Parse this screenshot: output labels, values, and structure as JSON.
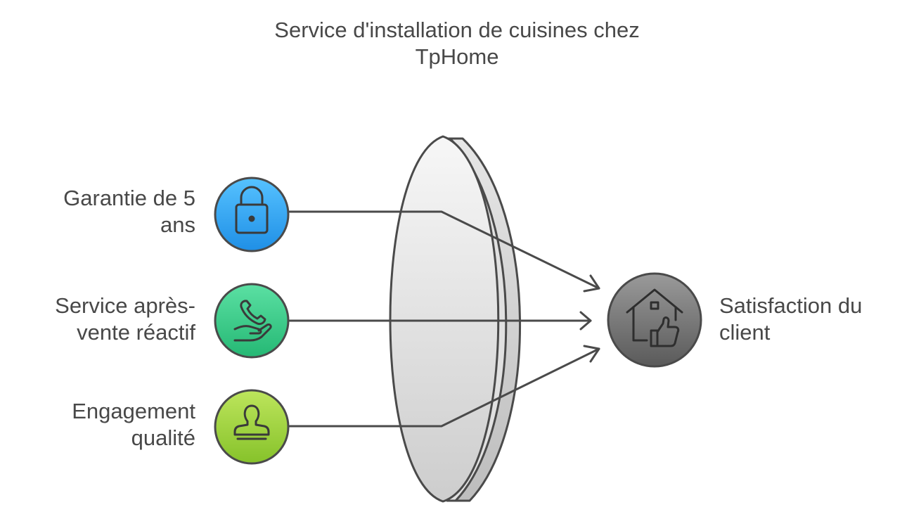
{
  "title": {
    "line1": "Service d'installation de cuisines chez",
    "line2": "TpHome"
  },
  "inputs": [
    {
      "line1": "Garantie de 5",
      "line2": "ans",
      "icon": "lock-icon",
      "color": "#3aa6f0"
    },
    {
      "line1": "Service après-",
      "line2": "vente réactif",
      "icon": "phone-hand-icon",
      "color": "#3ccb88"
    },
    {
      "line1": "Engagement",
      "line2": "qualité",
      "icon": "stamp-icon",
      "color": "#9ed03e"
    }
  ],
  "output": {
    "line1": "Satisfaction du",
    "line2": "client",
    "icon": "house-thumbs-up-icon",
    "color": "#6e6e6e"
  }
}
